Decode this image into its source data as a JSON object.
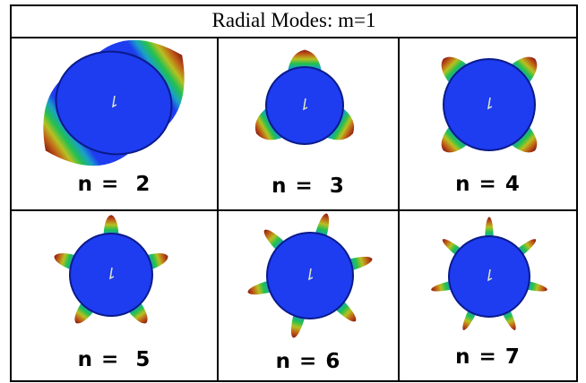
{
  "title": "Radial Modes: m=1",
  "colors": {
    "disc": "#1e3cf0",
    "disc_edge": "#0a1a8a",
    "lobe_stops": [
      "#1e3cf0",
      "#1aa0c8",
      "#22c050",
      "#b8c020",
      "#c06018",
      "#8a1a10"
    ]
  },
  "cells": [
    {
      "label": "n =  2",
      "n": 2,
      "lobe_len": 0.55,
      "lobe_width": 0.95,
      "rotation": -35,
      "shape": "blob"
    },
    {
      "label": "n =  3",
      "n": 3,
      "lobe_len": 0.45,
      "lobe_width": 0.5,
      "rotation": -90,
      "shape": "lobes"
    },
    {
      "label": "n = 4",
      "n": 4,
      "lobe_len": 0.42,
      "lobe_width": 0.42,
      "rotation": -45,
      "shape": "lobes"
    },
    {
      "label": "n =  5",
      "n": 5,
      "lobe_len": 0.45,
      "lobe_width": 0.34,
      "rotation": -90,
      "shape": "lobes"
    },
    {
      "label": "n = 6",
      "n": 6,
      "lobe_len": 0.5,
      "lobe_width": 0.3,
      "rotation": -75,
      "shape": "lobes"
    },
    {
      "label": "n = 7",
      "n": 7,
      "lobe_len": 0.48,
      "lobe_width": 0.27,
      "rotation": -90,
      "shape": "lobes"
    }
  ]
}
